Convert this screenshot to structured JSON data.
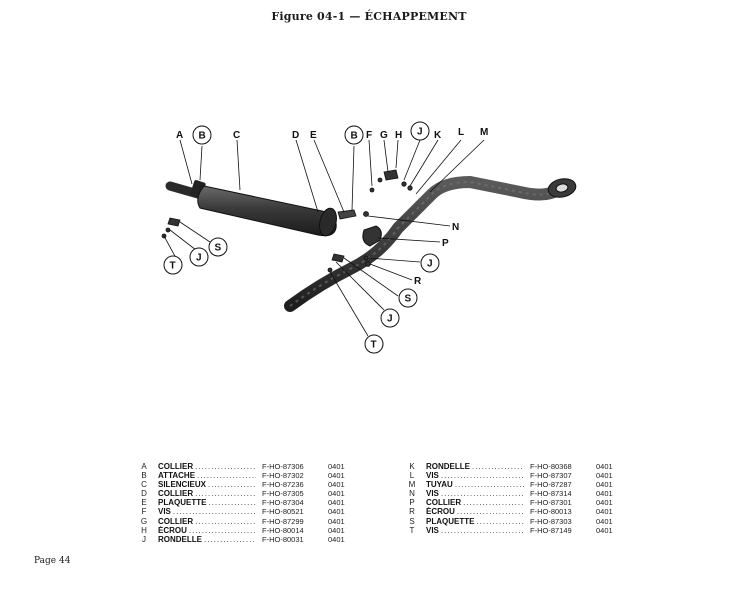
{
  "title": "Figure 04-1 — ÉCHAPPEMENT",
  "callouts": [
    "A",
    "B",
    "C",
    "D",
    "E",
    "B",
    "F",
    "G",
    "H",
    "J",
    "K",
    "L",
    "M",
    "N",
    "P",
    "J",
    "R",
    "S",
    "J",
    "T",
    "S",
    "J",
    "T"
  ],
  "parts_left": [
    {
      "code": "A",
      "name": "COLLIER",
      "ref": "F-HO-87306",
      "qty": "0401"
    },
    {
      "code": "B",
      "name": "ATTACHE",
      "ref": "F-HO-87302",
      "qty": "0401"
    },
    {
      "code": "C",
      "name": "SILENCIEUX",
      "ref": "F-HO-87236",
      "qty": "0401"
    },
    {
      "code": "D",
      "name": "COLLIER",
      "ref": "F-HO-87305",
      "qty": "0401"
    },
    {
      "code": "E",
      "name": "PLAQUETTE",
      "ref": "F-HO-87304",
      "qty": "0401"
    },
    {
      "code": "F",
      "name": "VIS",
      "ref": "F-HO-80521",
      "qty": "0401"
    },
    {
      "code": "G",
      "name": "COLLIER",
      "ref": "F-HO-87299",
      "qty": "0401"
    },
    {
      "code": "H",
      "name": "ÉCROU",
      "ref": "F-HO-80014",
      "qty": "0401"
    },
    {
      "code": "J",
      "name": "RONDELLE",
      "ref": "F-HO-80031",
      "qty": "0401"
    }
  ],
  "parts_right": [
    {
      "code": "K",
      "name": "RONDELLE",
      "ref": "F-HO-80368",
      "qty": "0401"
    },
    {
      "code": "L",
      "name": "VIS",
      "ref": "F-HO-87307",
      "qty": "0401"
    },
    {
      "code": "M",
      "name": "TUYAU",
      "ref": "F-HO-87287",
      "qty": "0401"
    },
    {
      "code": "N",
      "name": "VIS",
      "ref": "F-HO-87314",
      "qty": "0401"
    },
    {
      "code": "P",
      "name": "COLLIER",
      "ref": "F-HO-87301",
      "qty": "0401"
    },
    {
      "code": "R",
      "name": "ÉCROU",
      "ref": "F-HO-80013",
      "qty": "0401"
    },
    {
      "code": "S",
      "name": "PLAQUETTE",
      "ref": "F-HO-87303",
      "qty": "0401"
    },
    {
      "code": "T",
      "name": "VIS",
      "ref": "F-HO-87149",
      "qty": "0401"
    }
  ],
  "footer": "Page 44",
  "colors": {
    "ink": "#1a1a1a",
    "part_fill": "#3a3a3a",
    "paper": "#ffffff"
  }
}
